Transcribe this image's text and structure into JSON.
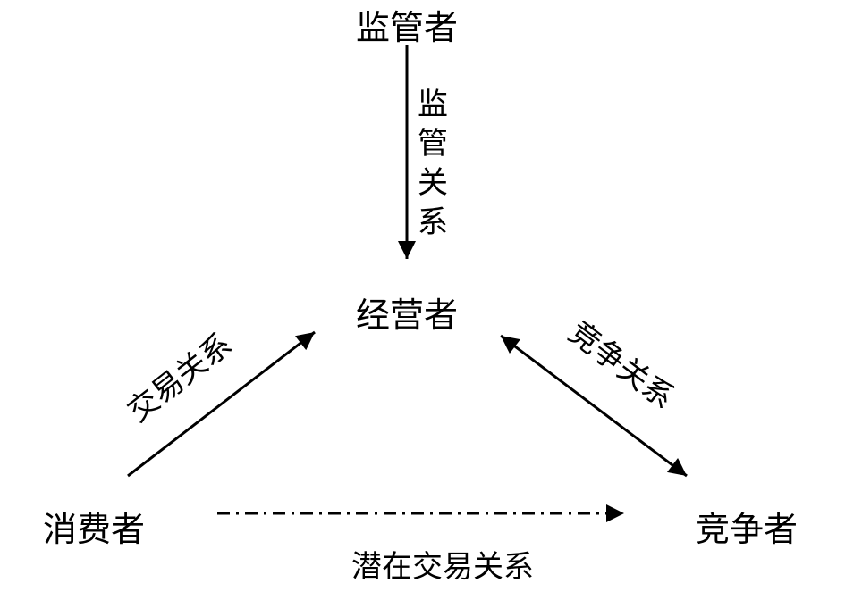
{
  "nodes": {
    "regulator": "监管者",
    "operator": "经营者",
    "consumer": "消费者",
    "competitor": "竞争者"
  },
  "edges": {
    "regulation": [
      "监",
      "管",
      "关",
      "系"
    ],
    "transaction": "交易关系",
    "competition": "竞争关系",
    "potential_transaction": "潜在交易关系"
  },
  "colors": {
    "line": "#000000",
    "background": "#ffffff"
  }
}
